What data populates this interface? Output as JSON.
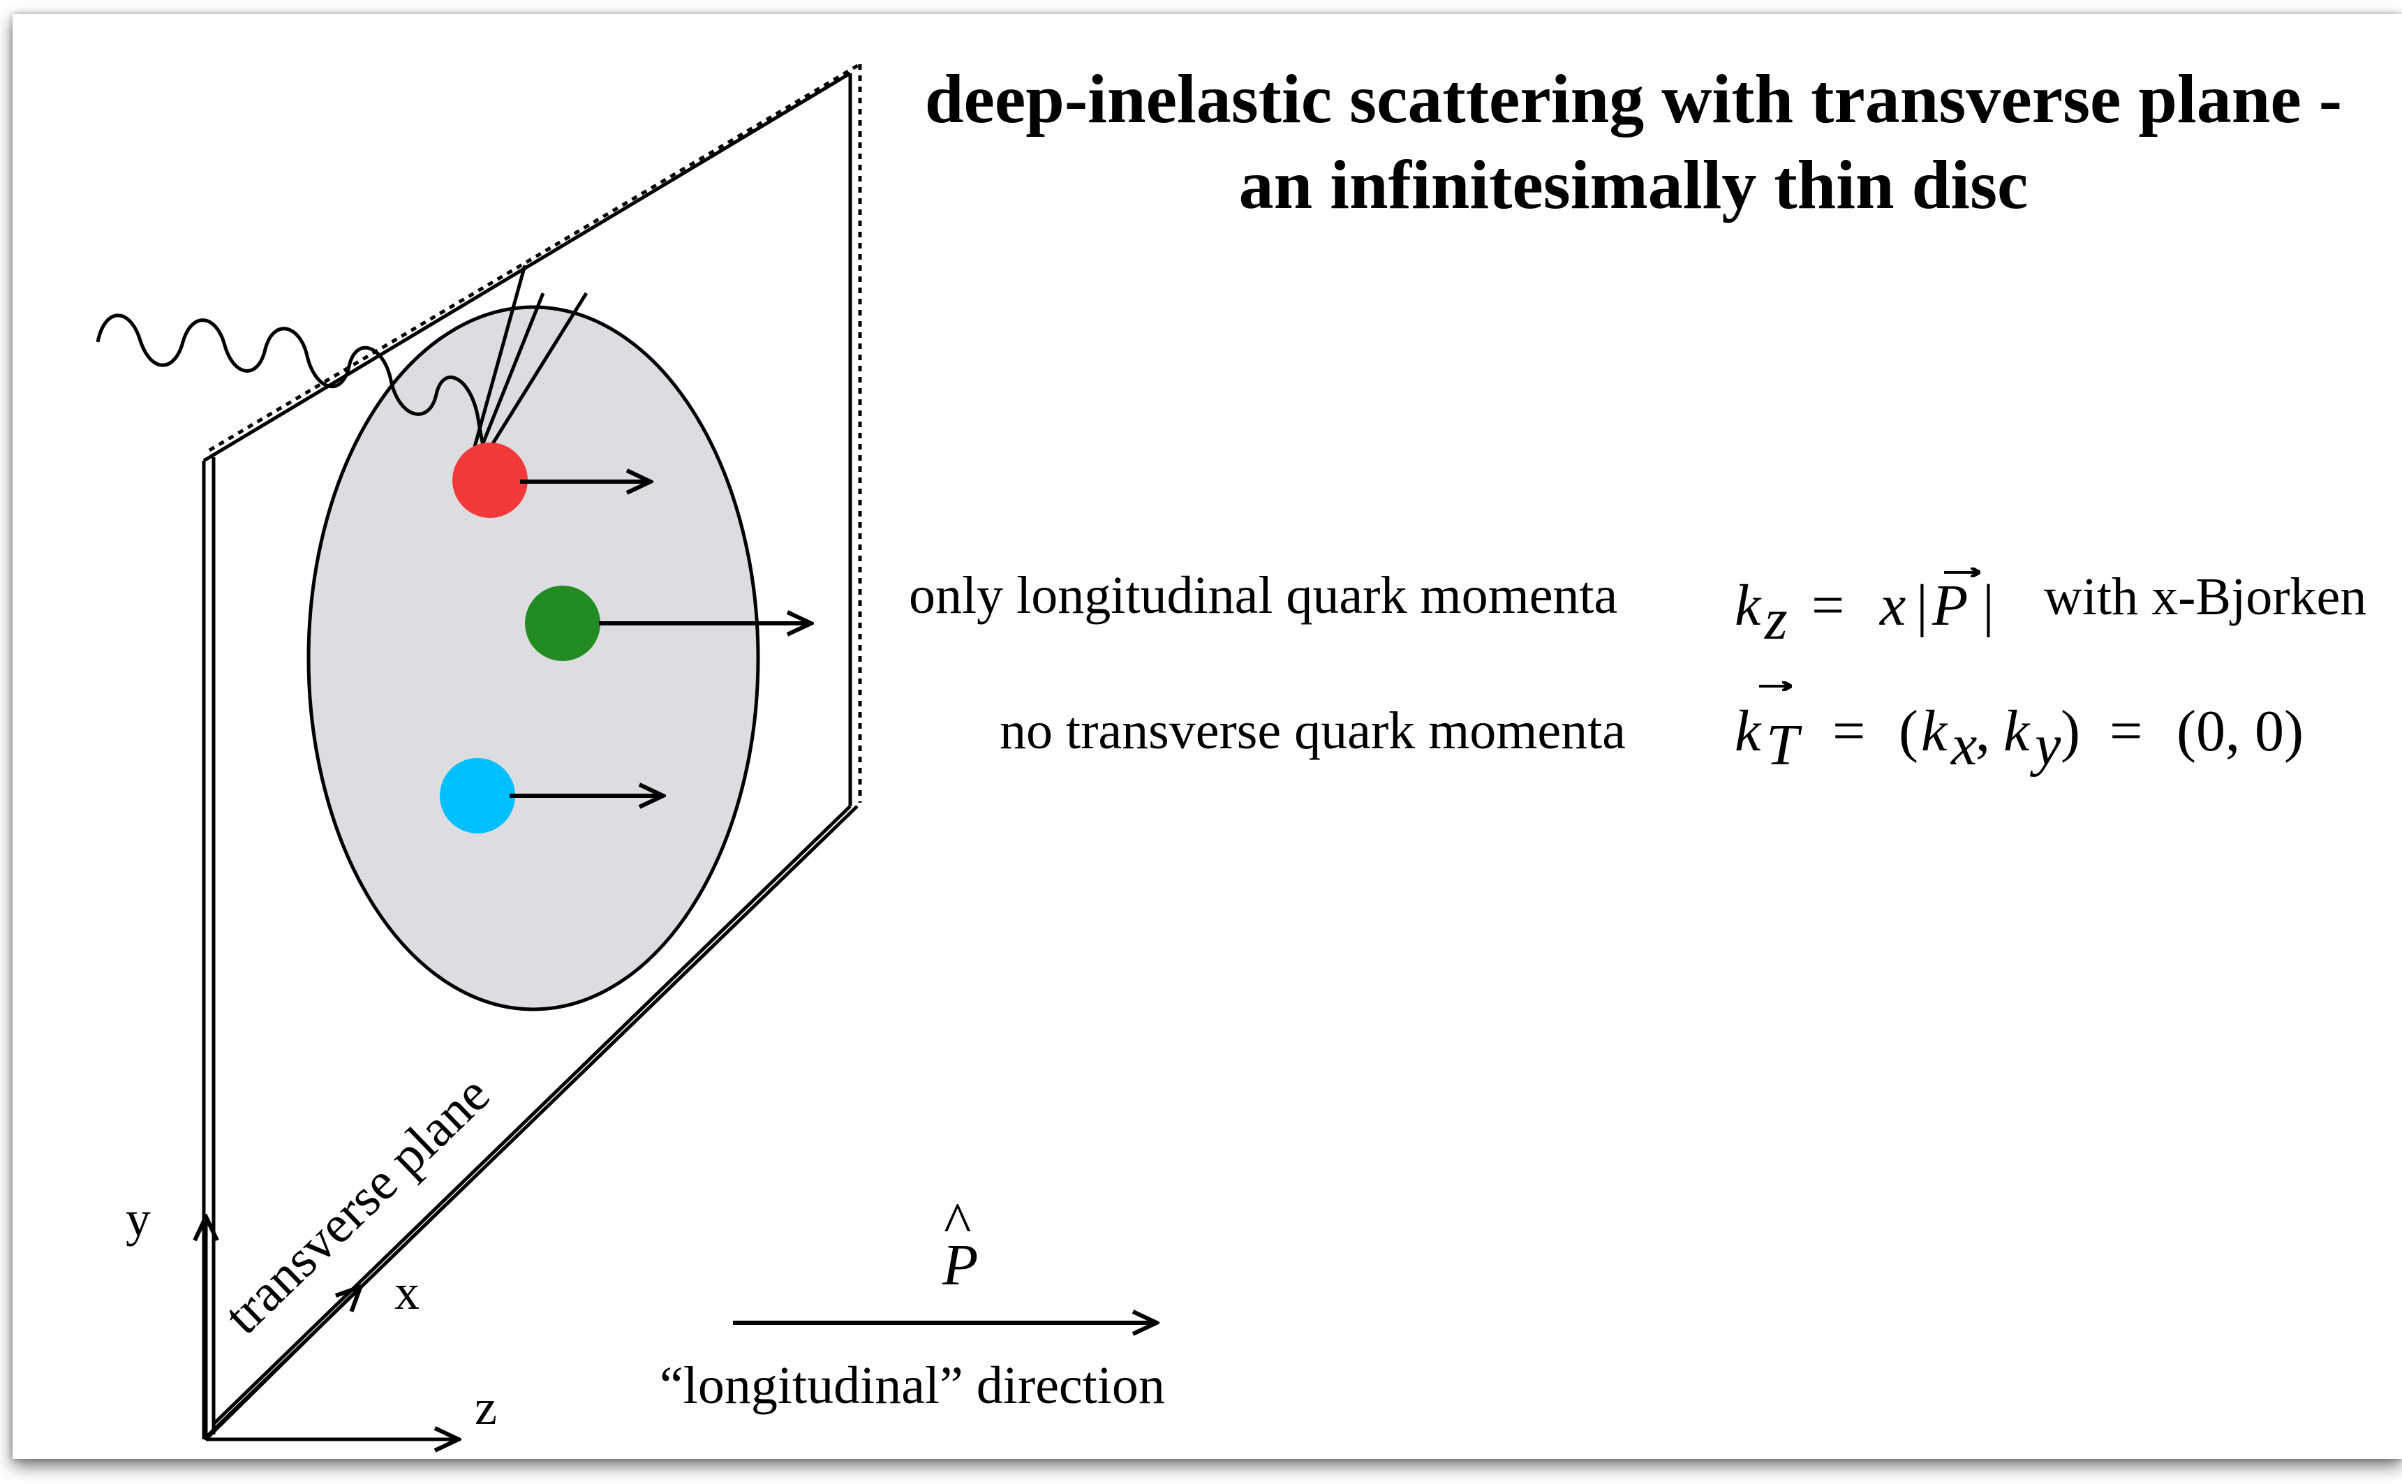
{
  "title": {
    "line1": "deep-inelastic scattering with transverse plane -",
    "line2": "an infinitesimally thin disc"
  },
  "statements": {
    "longitudinal_text": "only longitudinal quark momenta",
    "longitudinal_suffix": "with x-Bjorken",
    "transverse_text": "no transverse quark momenta"
  },
  "plane_label": "transverse plane",
  "axes": {
    "x": "x",
    "y": "y",
    "z": "z"
  },
  "direction": {
    "symbol": "P",
    "hat": "^",
    "label": "“longitudinal” direction"
  },
  "colors": {
    "quark_red": "#f23a3a",
    "quark_green": "#228b22",
    "quark_blue": "#00bfff",
    "disc_fill": "#dcdde0"
  }
}
